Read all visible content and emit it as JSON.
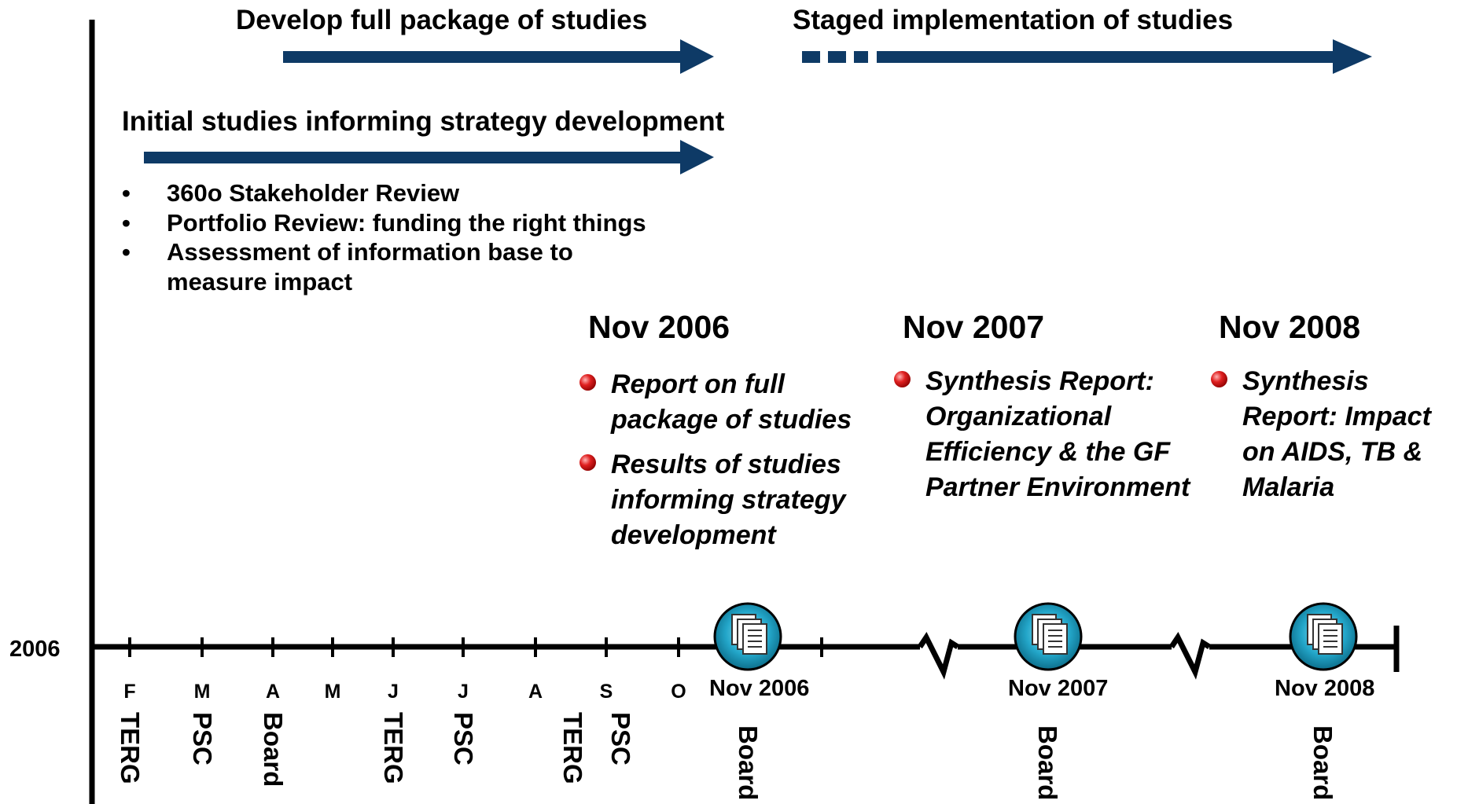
{
  "phases": {
    "develop": "Develop full package of studies",
    "staged": "Staged implementation of studies",
    "initial": "Initial studies informing strategy development"
  },
  "initial_items": [
    "360o Stakeholder Review",
    "Portfolio Review: funding the right things",
    "Assessment of information base to measure impact"
  ],
  "bullet_char": "•",
  "milestones": [
    {
      "year": "Nov 2006",
      "items": [
        "Report on full package of studies",
        "Results of studies informing strategy development"
      ]
    },
    {
      "year": "Nov 2007",
      "items": [
        "Synthesis Report: Organizational Efficiency & the GF Partner Environment"
      ]
    },
    {
      "year": "Nov 2008",
      "items": [
        "Synthesis Report: Impact on AIDS, TB & Malaria"
      ]
    }
  ],
  "timeline": {
    "start_label": "2006",
    "months": [
      "F",
      "M",
      "A",
      "M",
      "J",
      "J",
      "A",
      "S",
      "O"
    ],
    "dates": [
      "Nov 2006",
      "Nov 2007",
      "Nov 2008"
    ],
    "meetings": [
      "TERG",
      "PSC",
      "Board",
      "TERG",
      "PSC",
      "TERG",
      "PSC",
      "Board",
      "Board",
      "Board"
    ]
  },
  "colors": {
    "arrow": "#0e3a66",
    "axis": "#000000",
    "bullet_ball": "#c00000",
    "doc_icon_ring": "#23a6c9"
  },
  "icons": [
    "document-stack-icon",
    "document-stack-icon",
    "document-stack-icon"
  ]
}
